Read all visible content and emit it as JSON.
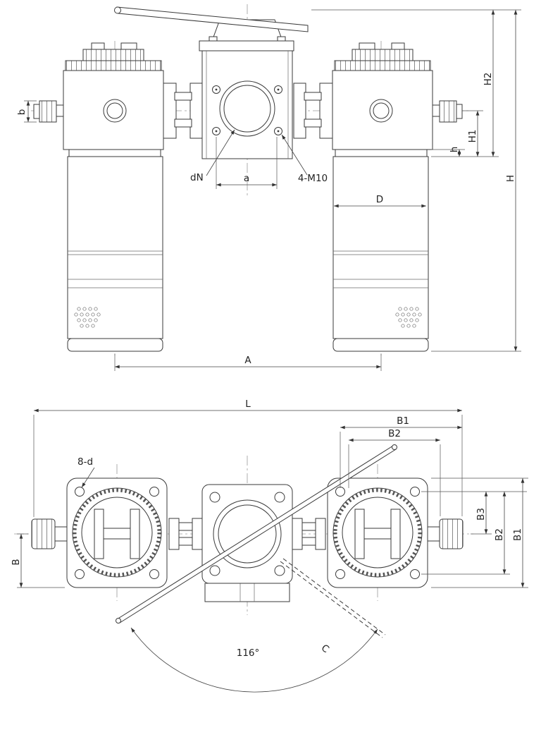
{
  "drawing": {
    "type": "technical-drawing",
    "front": {
      "dim_b": "b",
      "dim_h": "h",
      "dim_H1": "H1",
      "dim_H2": "H2",
      "dim_H": "H",
      "dim_a": "a",
      "dim_D": "D",
      "dim_A": "A",
      "leader_dN": "dN",
      "leader_bolts": "4-M10"
    },
    "plan": {
      "dim_L": "L",
      "dim_B1_top": "B1",
      "dim_B2_top": "B2",
      "dim_B": "B",
      "dim_B3": "B3",
      "dim_B2_right": "B2",
      "dim_B1_right": "B1",
      "leader_holes": "8-d",
      "angle": "116°",
      "dim_C": "C"
    },
    "colors": {
      "line": "#3a3a3a",
      "dim": "#444444",
      "centerline": "#9a9a9a",
      "text": "#222222",
      "bg": "#ffffff"
    }
  }
}
